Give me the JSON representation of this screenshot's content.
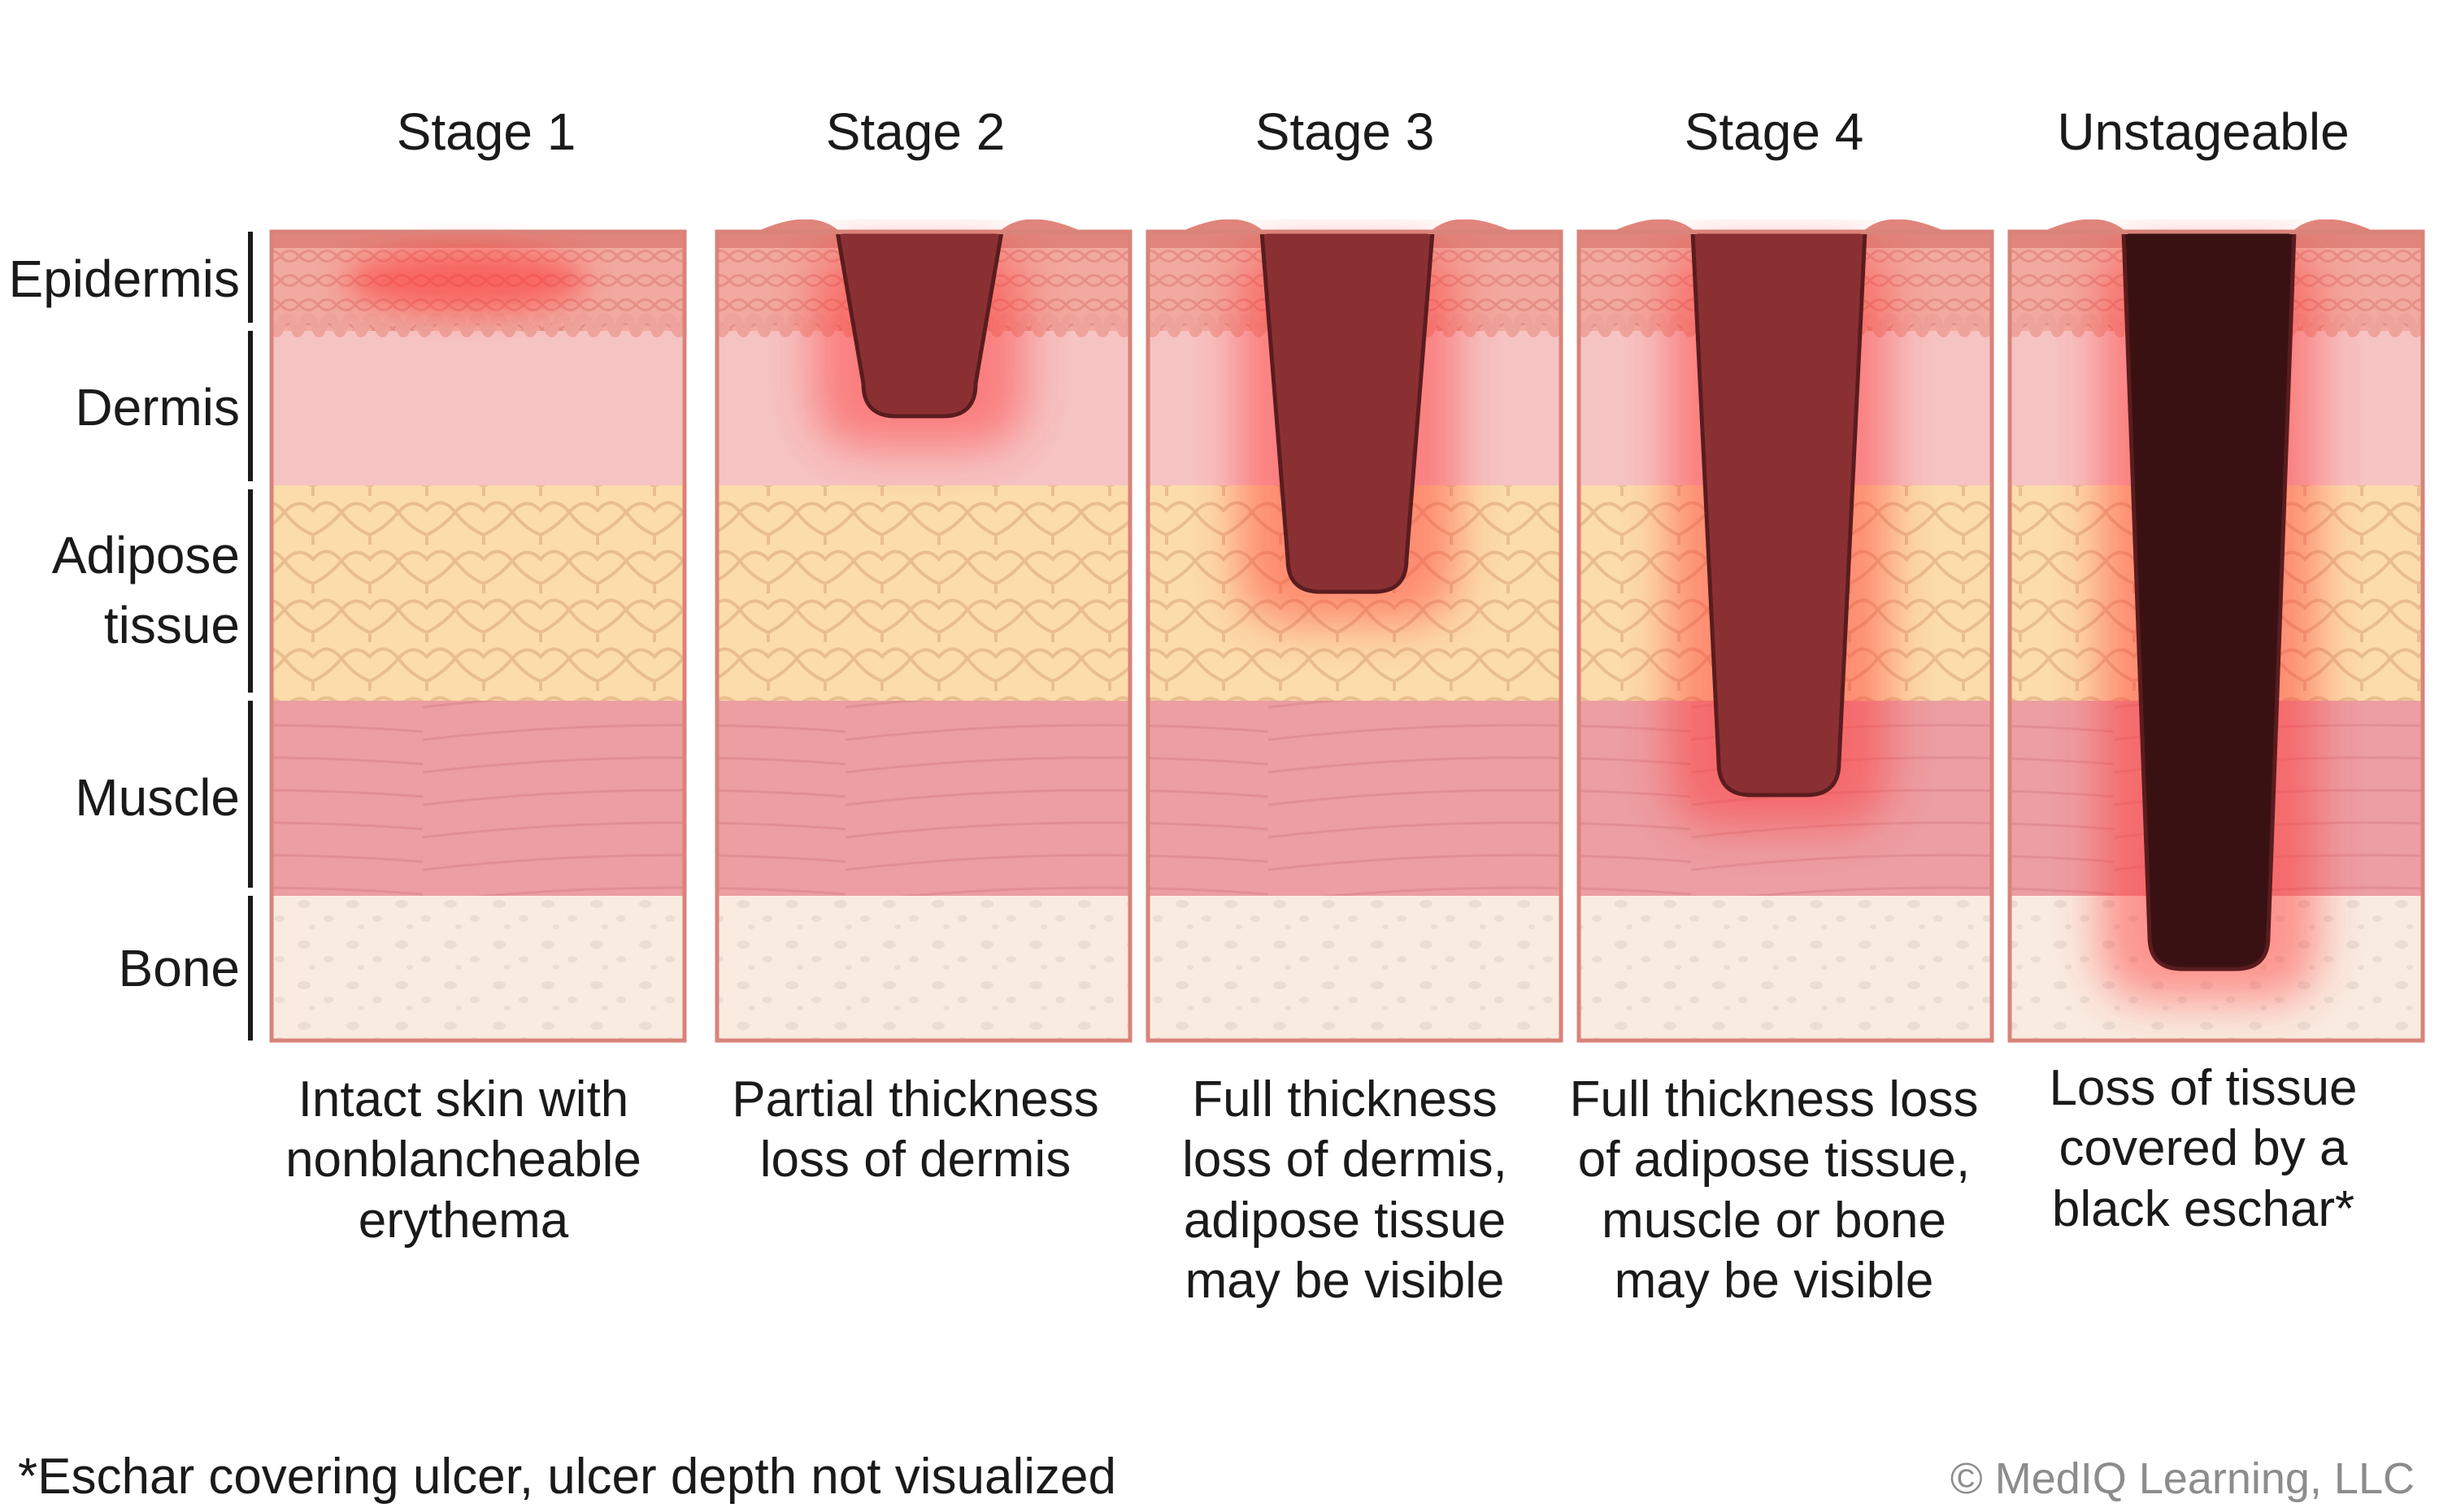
{
  "stages": [
    {
      "title": "Stage 1",
      "caption": [
        "Intact skin with",
        "nonblancheable",
        "erythema"
      ]
    },
    {
      "title": "Stage 2",
      "caption": [
        "Partial thickness",
        "loss of dermis"
      ]
    },
    {
      "title": "Stage 3",
      "caption": [
        "Full thickness",
        "loss of dermis,",
        "adipose tissue",
        "may be visible"
      ]
    },
    {
      "title": "Stage 4",
      "caption": [
        "Full thickness loss",
        "of adipose tissue,",
        "muscle or bone",
        "may be visible"
      ]
    },
    {
      "title": "Unstageable",
      "caption": [
        "Loss of tissue",
        "covered by a",
        "black eschar*"
      ]
    }
  ],
  "layers": [
    {
      "label": [
        "Epidermis"
      ],
      "color": "#f2a99f"
    },
    {
      "label": [
        "Dermis"
      ],
      "color": "#f6c3c3"
    },
    {
      "label": [
        "Adipose",
        "tissue"
      ],
      "color": "#fcdcaa"
    },
    {
      "label": [
        "Muscle"
      ],
      "color": "#ec9ea2"
    },
    {
      "label": [
        "Bone"
      ],
      "color": "#f9ebe0"
    }
  ],
  "footnote": "*Eschar covering ulcer, ulcer depth not visualized",
  "copyright": "© MedIQ Learning, LLC",
  "colors": {
    "wound": "#8a3033",
    "eschar": "#3a1113",
    "border": "#d9837a",
    "glow": "#ff2a2a"
  }
}
